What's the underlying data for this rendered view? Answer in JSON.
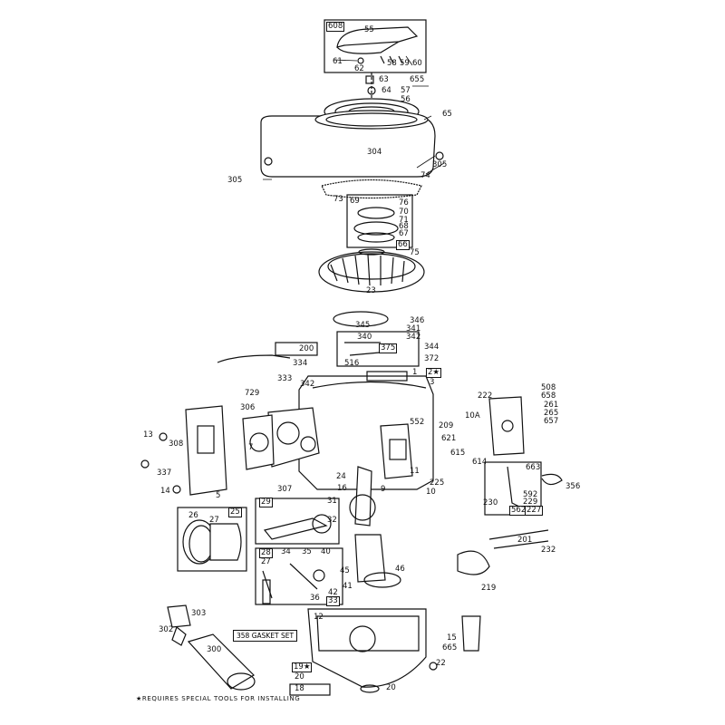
{
  "labels": {
    "p608": "608",
    "p55": "55",
    "p61": "61",
    "p62": "62",
    "p58": "58",
    "p59": "59",
    "p60": "60",
    "p63": "63",
    "p655": "655",
    "p64": "64",
    "p57": "57",
    "p56": "56",
    "p65": "65",
    "p304": "304",
    "p305a": "305",
    "p305b": "305",
    "p74": "74",
    "p73": "73",
    "p69": "69",
    "p76": "76",
    "p70": "70",
    "p71": "71",
    "p68": "68",
    "p67": "67",
    "p66": "66",
    "p75": "75",
    "p23": "23",
    "p346": "346",
    "p345": "345",
    "p341": "341",
    "p342a": "342",
    "p340": "340",
    "p375": "375",
    "p344": "344",
    "p372": "372",
    "p516": "516",
    "p200": "200",
    "p334": "334",
    "p333": "333",
    "p1": "1",
    "p2s": "2★",
    "p3": "3",
    "p342b": "342",
    "p729": "729",
    "p306": "306",
    "p552": "552",
    "p209": "209",
    "p621": "621",
    "p615": "615",
    "p614": "614",
    "p10A": "10A",
    "p222": "222",
    "p508": "508",
    "p658": "658",
    "p261": "261",
    "p265": "265",
    "p657": "657",
    "p13": "13",
    "p308": "308",
    "p7": "7",
    "p337": "337",
    "p14": "14",
    "p5": "5",
    "p307": "307",
    "p24": "24",
    "p16": "16",
    "p9": "9",
    "p11": "11",
    "p225": "225",
    "p10": "10",
    "p663": "663",
    "p356": "356",
    "p230": "230",
    "p592": "592",
    "p229": "229",
    "p562": "562",
    "p227": "227",
    "p29": "29",
    "p31": "31",
    "p32": "32",
    "p26": "26",
    "p27a": "27",
    "p25": "25",
    "p201": "201",
    "p232": "232",
    "p28": "28",
    "p27b": "27",
    "p34": "34",
    "p35": "35",
    "p40": "40",
    "p45": "45",
    "p46": "46",
    "p41": "41",
    "p42": "42",
    "p36": "36",
    "p33": "33",
    "p219": "219",
    "p303": "303",
    "p302": "302",
    "p12": "12",
    "p15": "15",
    "p665": "665",
    "p300": "300",
    "p22": "22",
    "p19s": "19★",
    "p20a": "20",
    "p18": "18",
    "p20b": "20"
  },
  "gasket_set": "358 GASKET SET",
  "footnote": "★REQUIRES SPECIAL TOOLS FOR INSTALLING"
}
